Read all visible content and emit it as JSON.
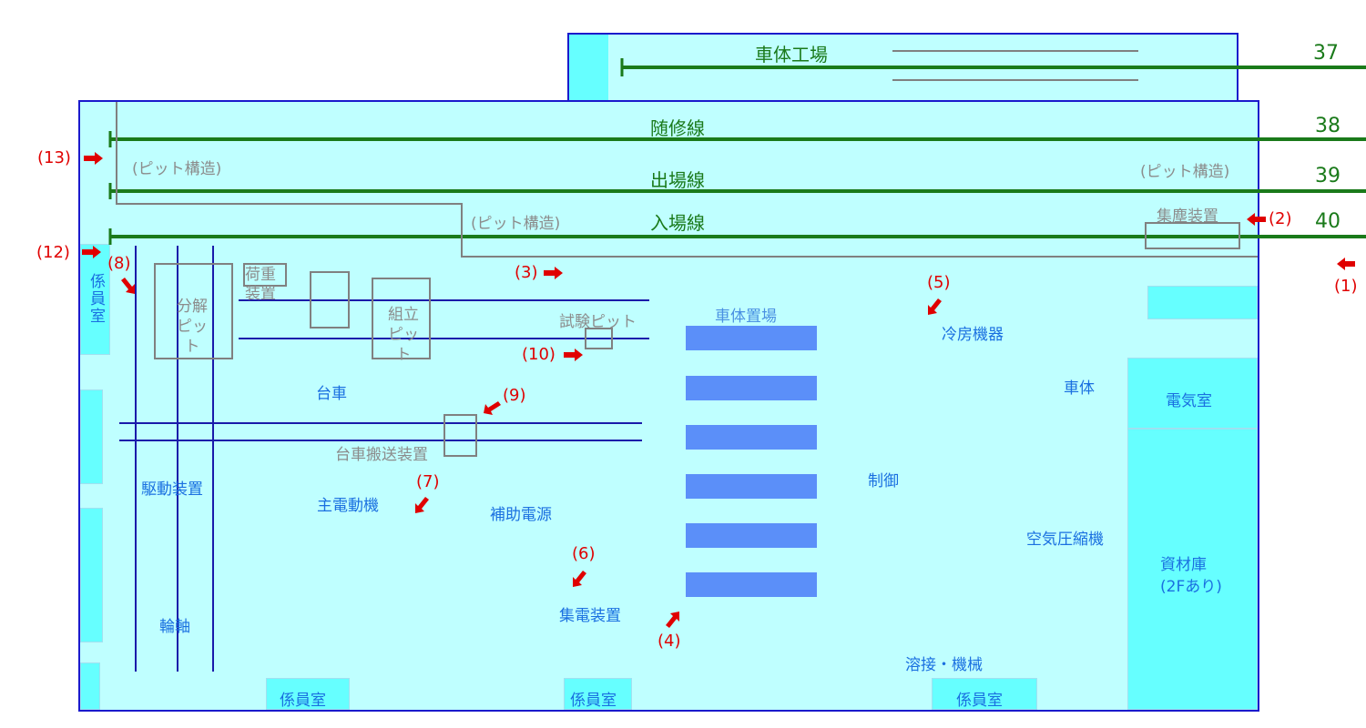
{
  "workshop": {
    "title": "車体工場",
    "track_37": "37"
  },
  "tracks": [
    {
      "name": "随修線",
      "number": "38"
    },
    {
      "name": "出場線",
      "number": "39"
    },
    {
      "name": "入場線",
      "number": "40"
    }
  ],
  "pit_labels": {
    "left": "(ピット構造)",
    "right": "(ピット構造)",
    "middle": "(ピット構造)"
  },
  "equipment": {
    "dust_collector": "集塵装置",
    "load_device": "荷重装置",
    "disassembly_pit": "分解ピット",
    "assembly_pit": "組立ピット",
    "test_pit": "試験ピット",
    "bogie_transfer": "台車搬送装置"
  },
  "zones": {
    "bogie": "台車",
    "drive_unit": "駆動装置",
    "wheelset": "輪軸",
    "main_motor": "主電動機",
    "aux_power": "補助電源",
    "current_collector": "集電装置",
    "body_storage": "車体置場",
    "air_conditioner": "冷房機器",
    "body": "車体",
    "control": "制御",
    "air_compressor": "空気圧縮機",
    "welding": "溶接・機械"
  },
  "rooms": {
    "staff_left": "係員室",
    "staff_bottom_1": "係員室",
    "staff_bottom_2": "係員室",
    "staff_bottom_3": "係員室",
    "electric": "電気室",
    "warehouse_line1": "資材庫",
    "warehouse_line2": "(2Fあり)"
  },
  "markers": {
    "m1": "(1)",
    "m2": "(2)",
    "m3": "(3)",
    "m4": "(4)",
    "m5": "(5)",
    "m6": "(6)",
    "m7": "(7)",
    "m8": "(8)",
    "m9": "(9)",
    "m10": "(10)",
    "m12": "(12)",
    "m13": "(13)"
  },
  "colors": {
    "floor": "#bfffff",
    "room": "#66ffff",
    "outline": "#1a1acc",
    "track": "#1a7a1a",
    "arrow": "#e00000",
    "storage_slot": "#5b8ff9",
    "rail_blue": "#1a1aaa",
    "equipment_gray": "#808080"
  }
}
